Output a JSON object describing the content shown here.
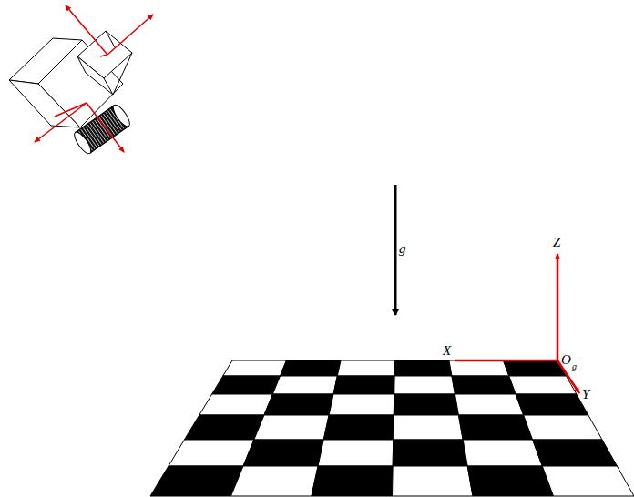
{
  "diagram": {
    "labels": [
      "g",
      "Z",
      "X",
      "O",
      "g",
      "Y"
    ]
  }
}
